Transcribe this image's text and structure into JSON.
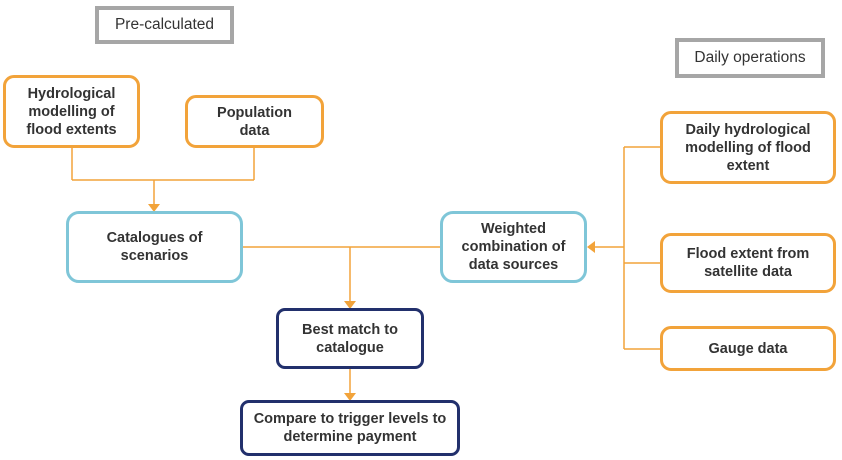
{
  "labels": {
    "precalculated": "Pre-calculated",
    "daily_operations": "Daily operations"
  },
  "nodes": {
    "hydrological_modelling": "Hydrological modelling of flood extents",
    "population_data": "Population data",
    "catalogues": "Catalogues of scenarios",
    "weighted_combination": "Weighted combination of data sources",
    "daily_hydrological": "Daily hydrological modelling of flood extent",
    "flood_extent_satellite": "Flood extent from satellite data",
    "gauge_data": "Gauge data",
    "best_match": "Best match to catalogue",
    "compare_trigger": "Compare to trigger levels to determine payment"
  },
  "colors": {
    "orange": "#f2a33a",
    "light_blue": "#7fc6d8",
    "navy": "#22306c",
    "grey": "#a6a6a6",
    "text": "#333333"
  }
}
